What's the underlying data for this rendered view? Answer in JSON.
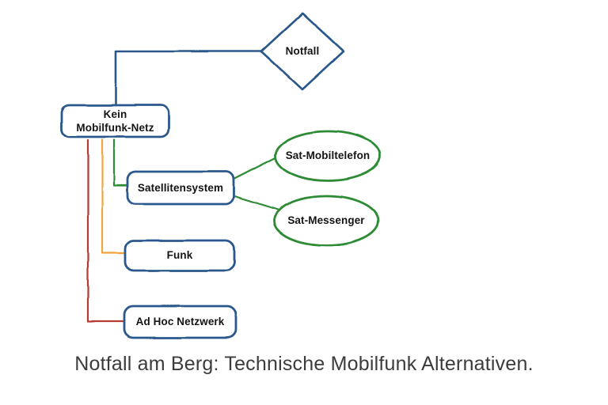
{
  "diagram": {
    "caption": "Notfall am Berg: Technische Mobilfunk Alternativen.",
    "nodes": {
      "notfall": {
        "label": "Notfall",
        "shape": "diamond"
      },
      "kein_mobilfunk_netz": {
        "label_lines": [
          "Kein",
          "Mobilfunk-Netz"
        ],
        "shape": "rounded-rect"
      },
      "satellitensystem": {
        "label": "Satellitensystem",
        "shape": "rounded-rect"
      },
      "sat_mobiltelefon": {
        "label": "Sat-Mobiltelefon",
        "shape": "ellipse"
      },
      "sat_messenger": {
        "label": "Sat-Messenger",
        "shape": "ellipse"
      },
      "funk": {
        "label": "Funk",
        "shape": "rounded-rect"
      },
      "ad_hoc_netzwerk": {
        "label": "Ad Hoc Netzwerk",
        "shape": "rounded-rect"
      }
    },
    "colors": {
      "blue": "#2a598c",
      "green": "#2e8b35",
      "orange": "#f2a43c",
      "red": "#b23b33"
    }
  }
}
